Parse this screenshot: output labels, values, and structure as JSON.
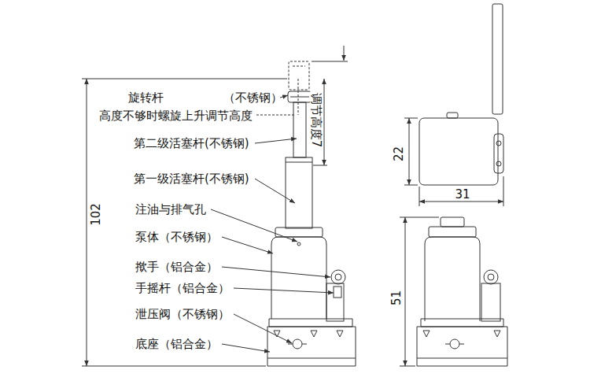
{
  "diagram": {
    "labels": [
      "旋转杆",
      "（不锈钢）",
      "高度不够时螺旋上升调节高度",
      "第二级活塞杆(不锈钢)",
      "第一级活塞杆(不锈钢)",
      "注油与排气孔",
      "泵体（不锈钢）",
      "揿手（铝合金）",
      "手摇杆（铝合金）",
      "泄压阀（不锈钢）",
      "底座（铝合金）",
      "调节高度7",
      "102",
      "22",
      "31",
      "51"
    ]
  }
}
